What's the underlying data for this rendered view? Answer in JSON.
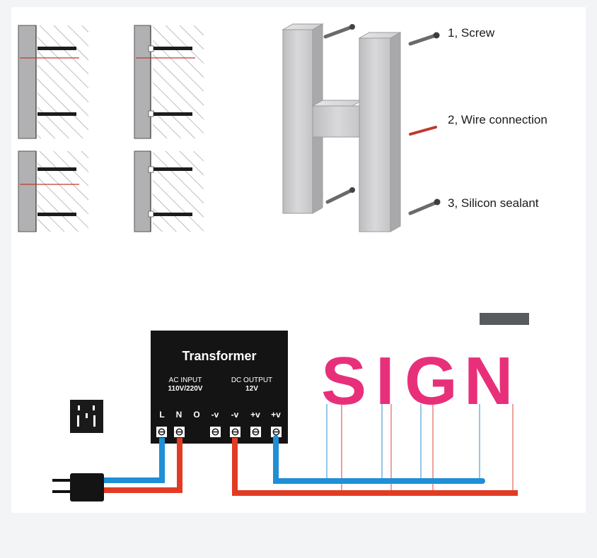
{
  "callouts": {
    "screw": "1, Screw",
    "wire": "2, Wire connection",
    "sealant": "3, Silicon sealant"
  },
  "transformer": {
    "title": "Transformer",
    "ac_label": "AC INPUT",
    "ac_voltage": "110V/220V",
    "dc_label": "DC OUTPUT",
    "dc_voltage": "12V",
    "terminals": [
      "L",
      "N",
      "O",
      "-v",
      "-v",
      "+v",
      "+v"
    ]
  },
  "sign": {
    "letters": [
      "S",
      "I",
      "G",
      "N"
    ]
  },
  "colors": {
    "wire_live": "#e23b24",
    "wire_neutral": "#1f8fd6",
    "sign": "#e8307a",
    "letter_grey": "#c9c9cb"
  }
}
